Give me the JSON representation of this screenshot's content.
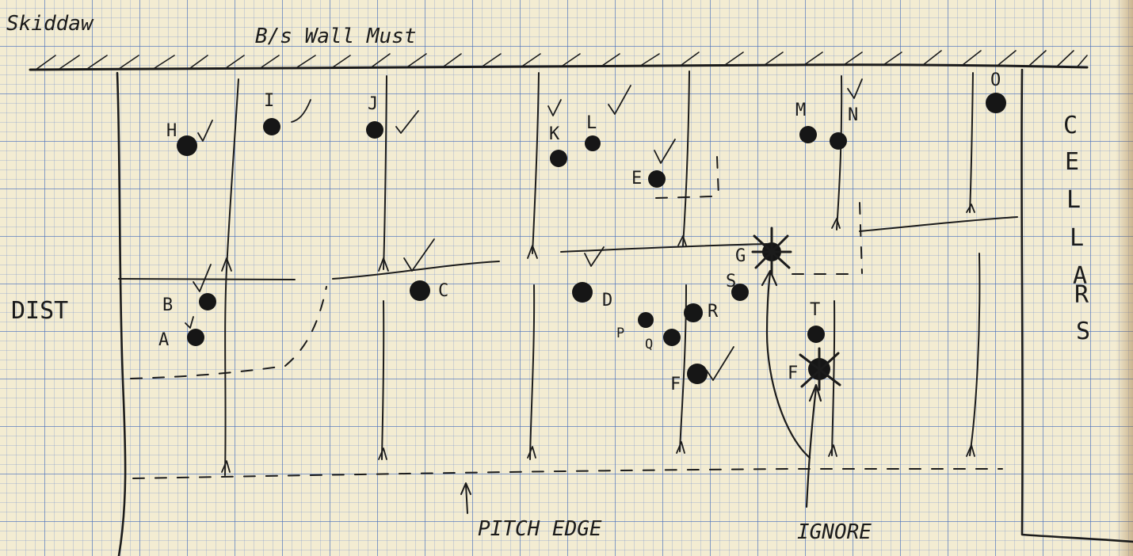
{
  "texts": {
    "corner_note": "Skiddaw",
    "wall_title": "B/s Wall Must",
    "dist_label": "DIST",
    "pitch_edge": "PITCH EDGE",
    "ignore": "IGNORE",
    "cellars": "CELLARS"
  },
  "points": [
    {
      "id": "A",
      "label": "A",
      "checked": true,
      "crossed": false
    },
    {
      "id": "B",
      "label": "B",
      "checked": true,
      "crossed": false
    },
    {
      "id": "C",
      "label": "C",
      "checked": true,
      "crossed": false
    },
    {
      "id": "D",
      "label": "D",
      "checked": true,
      "crossed": false
    },
    {
      "id": "E",
      "label": "E",
      "checked": true,
      "crossed": false
    },
    {
      "id": "F",
      "label": "F",
      "checked": true,
      "crossed": false
    },
    {
      "id": "F2",
      "label": "F",
      "checked": false,
      "crossed": true
    },
    {
      "id": "G",
      "label": "G",
      "checked": false,
      "crossed": true
    },
    {
      "id": "H",
      "label": "H",
      "checked": true,
      "crossed": false
    },
    {
      "id": "I",
      "label": "I",
      "checked": true,
      "crossed": false
    },
    {
      "id": "J",
      "label": "J",
      "checked": true,
      "crossed": false
    },
    {
      "id": "K",
      "label": "K",
      "checked": true,
      "crossed": false
    },
    {
      "id": "L",
      "label": "L",
      "checked": true,
      "crossed": false
    },
    {
      "id": "M",
      "label": "M",
      "checked": false,
      "crossed": false
    },
    {
      "id": "N",
      "label": "N",
      "checked": true,
      "crossed": false
    },
    {
      "id": "O",
      "label": "O",
      "checked": false,
      "crossed": false
    },
    {
      "id": "P",
      "label": "P",
      "checked": false,
      "crossed": false
    },
    {
      "id": "Q",
      "label": "Q",
      "checked": false,
      "crossed": false
    },
    {
      "id": "R",
      "label": "R",
      "checked": false,
      "crossed": false
    },
    {
      "id": "S",
      "label": "S",
      "checked": false,
      "crossed": false
    },
    {
      "id": "T",
      "label": "T",
      "checked": false,
      "crossed": false
    }
  ]
}
